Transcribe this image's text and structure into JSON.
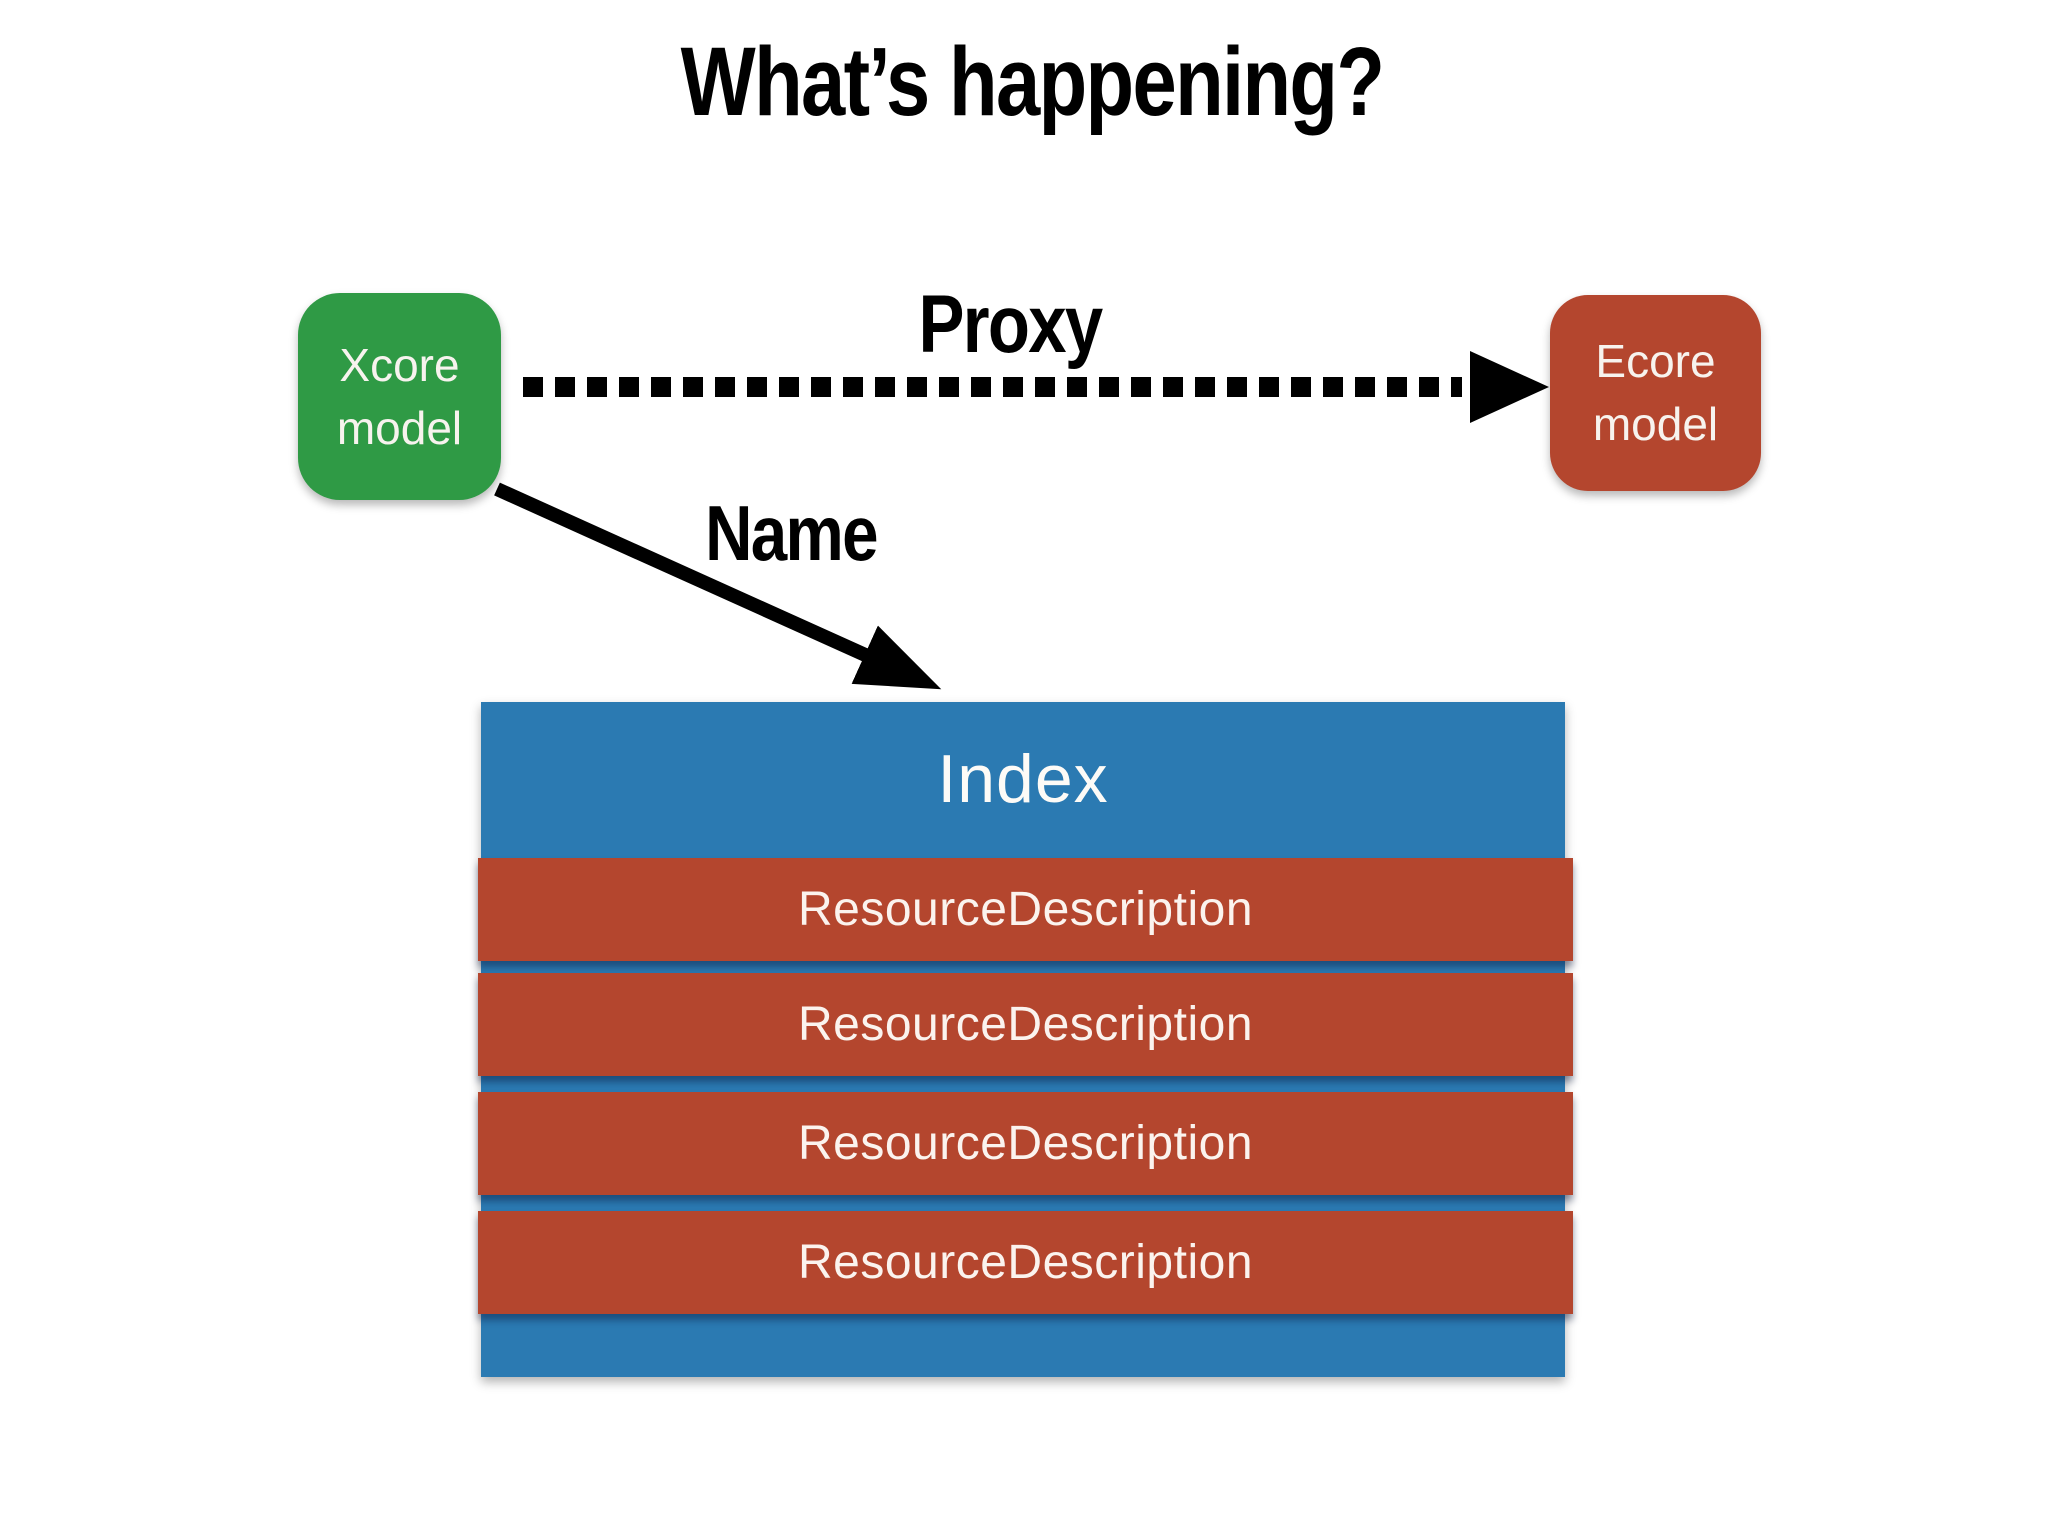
{
  "slide": {
    "title": "What’s happening?"
  },
  "nodes": {
    "xcore": {
      "line1": "Xcore",
      "line2": "model",
      "color": "#2f9a45"
    },
    "ecore": {
      "line1": "Ecore",
      "line2": "model",
      "color": "#b4462e"
    }
  },
  "edges": {
    "proxy": {
      "label": "Proxy",
      "style": "dashed",
      "from": "xcore",
      "to": "ecore"
    },
    "name": {
      "label": "Name",
      "style": "solid",
      "from": "xcore",
      "to": "index"
    }
  },
  "index_box": {
    "title": "Index",
    "color": "#2b7ab2",
    "row_color": "#b4462e",
    "rows": [
      "ResourceDescription",
      "ResourceDescription",
      "ResourceDescription",
      "ResourceDescription"
    ]
  },
  "colors": {
    "background": "#ffffff",
    "text_dark": "#000000",
    "text_light": "#fbf3ee"
  }
}
